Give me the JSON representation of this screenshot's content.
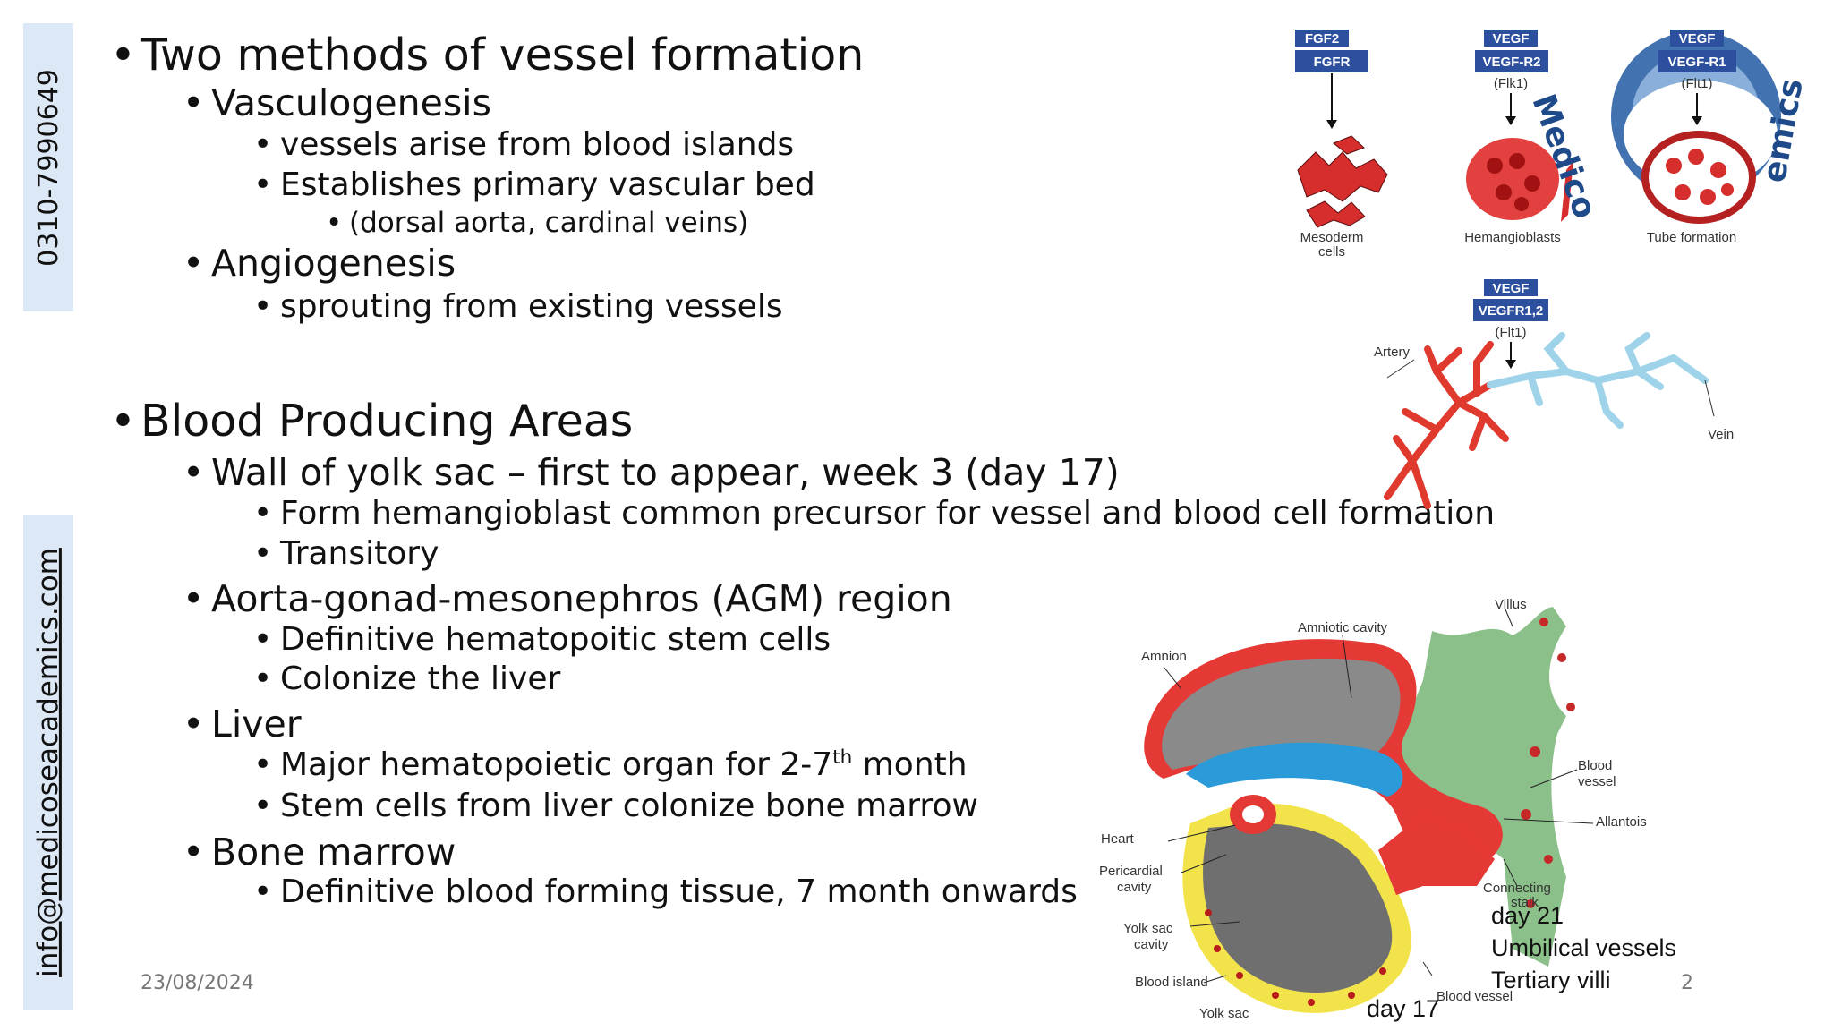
{
  "sidebar": {
    "phone": "0310-7990649",
    "email": "info@medicoseacademics.com"
  },
  "slide": {
    "lines": [
      {
        "level": 0,
        "text": "Two methods of vessel formation"
      },
      {
        "level": 1,
        "text": "Vasculogenesis"
      },
      {
        "level": 2,
        "text": "vessels arise from blood islands"
      },
      {
        "level": 2,
        "text": "Establishes primary vascular bed"
      },
      {
        "level": 3,
        "text": "(dorsal aorta, cardinal veins)"
      },
      {
        "level": 1,
        "text": "Angiogenesis"
      },
      {
        "level": 2,
        "text": "sprouting from existing vessels"
      },
      {
        "level": 0,
        "text": "Blood Producing Areas"
      },
      {
        "level": 1,
        "text": "Wall of yolk sac – first to appear,  week 3 (day 17)"
      },
      {
        "level": 2,
        "text": "Form hemangioblast common precursor for vessel and blood cell formation"
      },
      {
        "level": 2,
        "text": "Transitory"
      },
      {
        "level": 1,
        "text": "Aorta-gonad-mesonephros (AGM) region"
      },
      {
        "level": 2,
        "text": "Definitive hematopoitic stem cells"
      },
      {
        "level": 2,
        "text": "Colonize the liver"
      },
      {
        "level": 1,
        "text": "Liver"
      },
      {
        "level": 2,
        "text": "Major hematopoietic organ for 2-7",
        "sup": "th",
        "after": " month"
      },
      {
        "level": 2,
        "text": "Stem cells from liver colonize bone marrow"
      },
      {
        "level": 1,
        "text": "Bone marrow"
      },
      {
        "level": 2,
        "text": "Definitive blood forming tissue, 7 month onwards"
      }
    ],
    "bullet_char": "•",
    "date": "23/08/2024",
    "page_number": "2"
  },
  "figure_top": {
    "boxes": {
      "fgf2": "FGF2",
      "fgfr": "FGFR",
      "vegf1": "VEGF",
      "vegfr2": "VEGF-R2",
      "flk1": "(Flk1)",
      "vegf2": "VEGF",
      "vegfr1": "VEGF-R1",
      "flt1a": "(Flt1)",
      "vegf3": "VEGF",
      "vegfr12": "VEGFR1,2",
      "flt1b": "(Flt1)"
    },
    "labels": {
      "mesoderm": "Mesoderm",
      "cells": "cells",
      "hemangioblasts": "Hemangioblasts",
      "tube": "Tube formation",
      "artery": "Artery",
      "vein": "Vein"
    }
  },
  "figure_bottom": {
    "labels": {
      "amniotic_cavity": "Amniotic cavity",
      "amnion": "Amnion",
      "villus": "Villus",
      "blood_vessel_1": "Blood",
      "blood_vessel_2": "vessel",
      "allantois": "Allantois",
      "heart": "Heart",
      "pericardial_1": "Pericardial",
      "pericardial_2": "cavity",
      "connecting_1": "Connecting",
      "connecting_2": "stalk",
      "yolk_cavity_1": "Yolk sac",
      "yolk_cavity_2": "cavity",
      "blood_island": "Blood island",
      "yolk_sac": "Yolk sac",
      "blood_vessel_bottom": "Blood vessel"
    },
    "annotations": {
      "day21": "day  21",
      "umbilical": "Umbilical vessels",
      "tertiary": "Tertiary villi",
      "day17": "day 17"
    }
  },
  "watermark": {
    "brand_top": "Medico",
    "brand_top_right": "emics"
  },
  "colors": {
    "sidebar_bg": "#dde8f6",
    "receptor_box": "#2c4f9e",
    "cell_red": "#d62d2d",
    "allantois_green": "#8cc08a",
    "amnion_blue": "#2a9ad8",
    "yolk_yellow": "#f3e34a"
  }
}
